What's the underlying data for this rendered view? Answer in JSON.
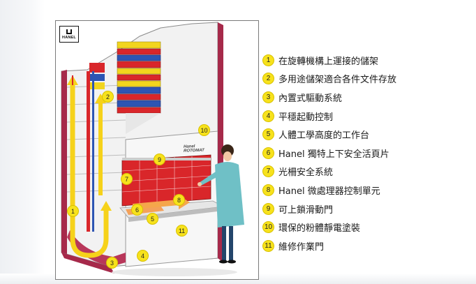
{
  "figure": {
    "logo_text": "HANEL",
    "brand_text": "Hanel ROTOMAT",
    "markers": [
      {
        "number": "1"
      },
      {
        "number": "2"
      },
      {
        "number": "3"
      },
      {
        "number": "4"
      },
      {
        "number": "5"
      },
      {
        "number": "6"
      },
      {
        "number": "7"
      },
      {
        "number": "8"
      },
      {
        "number": "9"
      },
      {
        "number": "10"
      },
      {
        "number": "11"
      }
    ]
  },
  "legend": {
    "items": [
      {
        "number": "1",
        "label": "在旋轉機構上運接的儲架"
      },
      {
        "number": "2",
        "label": "多用途儲架適合各件文件存放"
      },
      {
        "number": "3",
        "label": "內置式驅動系統"
      },
      {
        "number": "4",
        "label": "平穩起動控制"
      },
      {
        "number": "5",
        "label": "人體工學高度的工作台"
      },
      {
        "number": "6",
        "label": "Hanel 獨特上下安全活頁片"
      },
      {
        "number": "7",
        "label": "光柵安全系統"
      },
      {
        "number": "8",
        "label": "Hanel 微處理器控制單元"
      },
      {
        "number": "9",
        "label": "可上鎖滑動門"
      },
      {
        "number": "10",
        "label": "環保的粉體靜電塗裝"
      },
      {
        "number": "11",
        "label": "維修作業門"
      }
    ]
  },
  "colors": {
    "marker_fill": "#f7e21c",
    "cabinet_frame": "#a6294a",
    "tray_red": "#d9262a",
    "tray_yellow": "#f2d51e",
    "tray_blue": "#2d55b3",
    "arrow_fill": "#f6d21a",
    "operator_coat": "#6fc0c6"
  }
}
